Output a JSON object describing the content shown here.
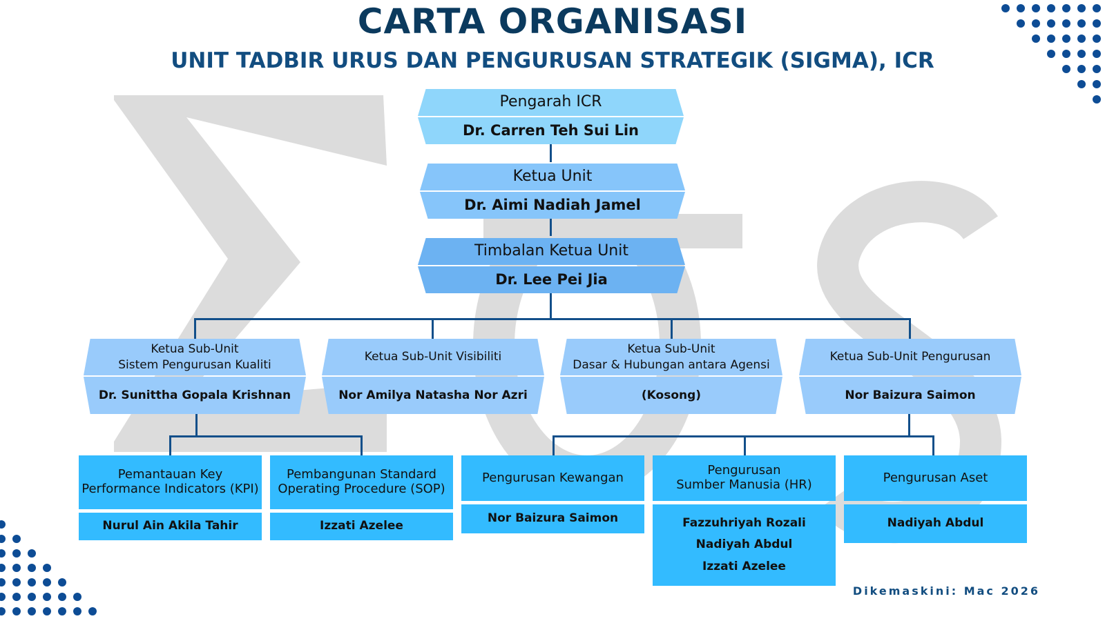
{
  "title": "CARTA ORGANISASI",
  "subtitle": "UNIT TADBIR URUS DAN PENGURUSAN STRATEGIK (SIGMA), ICR",
  "director": {
    "role": "Pengarah ICR",
    "name": "Dr. Carren Teh Sui Lin"
  },
  "head": {
    "role": "Ketua Unit",
    "name": "Dr. Aimi Nadiah Jamel"
  },
  "deputy": {
    "role": "Timbalan Ketua Unit",
    "name": "Dr. Lee Pei Jia"
  },
  "subunits": [
    {
      "role_line1": "Ketua Sub-Unit",
      "role_line2": "Sistem Pengurusan Kualiti",
      "name": "Dr. Sunittha Gopala Krishnan"
    },
    {
      "role_line1": "Ketua Sub-Unit Visibiliti",
      "role_line2": "",
      "name": "Nor Amilya Natasha  Nor Azri"
    },
    {
      "role_line1": "Ketua Sub-Unit",
      "role_line2": "Dasar & Hubungan antara Agensi",
      "name": "(Kosong)"
    },
    {
      "role_line1": "Ketua Sub-Unit Pengurusan",
      "role_line2": "",
      "name": "Nor Baizura Saimon"
    }
  ],
  "teams": [
    {
      "line1": "Pemantauan Key",
      "line2": "Performance Indicators (KPI)",
      "members": [
        "Nurul Ain Akila Tahir"
      ]
    },
    {
      "line1": "Pembangunan Standard",
      "line2": "Operating Procedure (SOP)",
      "members": [
        "Izzati Azelee"
      ]
    },
    {
      "line1": "Pengurusan Kewangan",
      "line2": "",
      "members": [
        "Nor Baizura Saimon"
      ]
    },
    {
      "line1": "Pengurusan",
      "line2": "Sumber Manusia (HR)",
      "members": [
        "Fazzuhriyah Rozali",
        "Nadiyah Abdul",
        "Izzati Azelee"
      ]
    },
    {
      "line1": "Pengurusan Aset",
      "line2": "",
      "members": [
        "Nadiyah Abdul"
      ]
    }
  ],
  "updated": "Dikemaskini: Mac 2026",
  "colors": {
    "title": "#0b3a5e",
    "line": "#124f8a",
    "team": "#33bbff",
    "subunit": "#99cbfb"
  }
}
